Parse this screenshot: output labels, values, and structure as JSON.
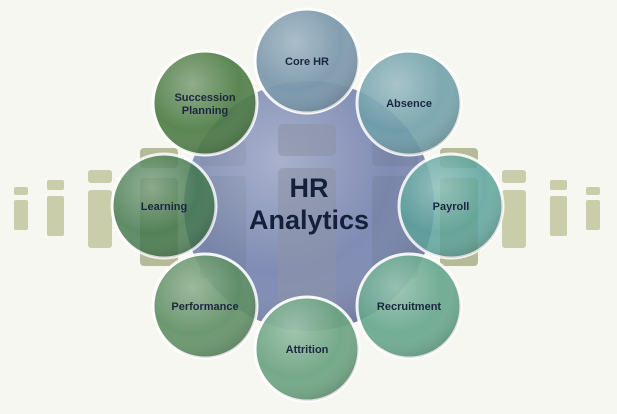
{
  "center": {
    "line1": "HR",
    "line2": "Analytics"
  },
  "nodes": [
    {
      "id": "core-hr",
      "lines": [
        "Core HR"
      ]
    },
    {
      "id": "absence",
      "lines": [
        "Absence"
      ]
    },
    {
      "id": "payroll",
      "lines": [
        "Payroll"
      ]
    },
    {
      "id": "recruitment",
      "lines": [
        "Recruitment"
      ]
    },
    {
      "id": "attrition",
      "lines": [
        "Attrition"
      ]
    },
    {
      "id": "performance",
      "lines": [
        "Performance"
      ]
    },
    {
      "id": "learning",
      "lines": [
        "Learning"
      ]
    },
    {
      "id": "succession",
      "lines": [
        "Succession",
        "Planning"
      ]
    }
  ],
  "colors": {
    "background": "#f7f7f2",
    "bg_letters": "#c6c9a2",
    "center": "#6f7dab",
    "core_hr": "#7b98ac",
    "absence": "#6e9fa9",
    "payroll": "#5aa29a",
    "recruitment": "#64a68b",
    "attrition": "#6ca482",
    "performance": "#5d8e62",
    "learning": "#3e7548",
    "succession": "#4b7a42",
    "text": "#1b2740"
  }
}
